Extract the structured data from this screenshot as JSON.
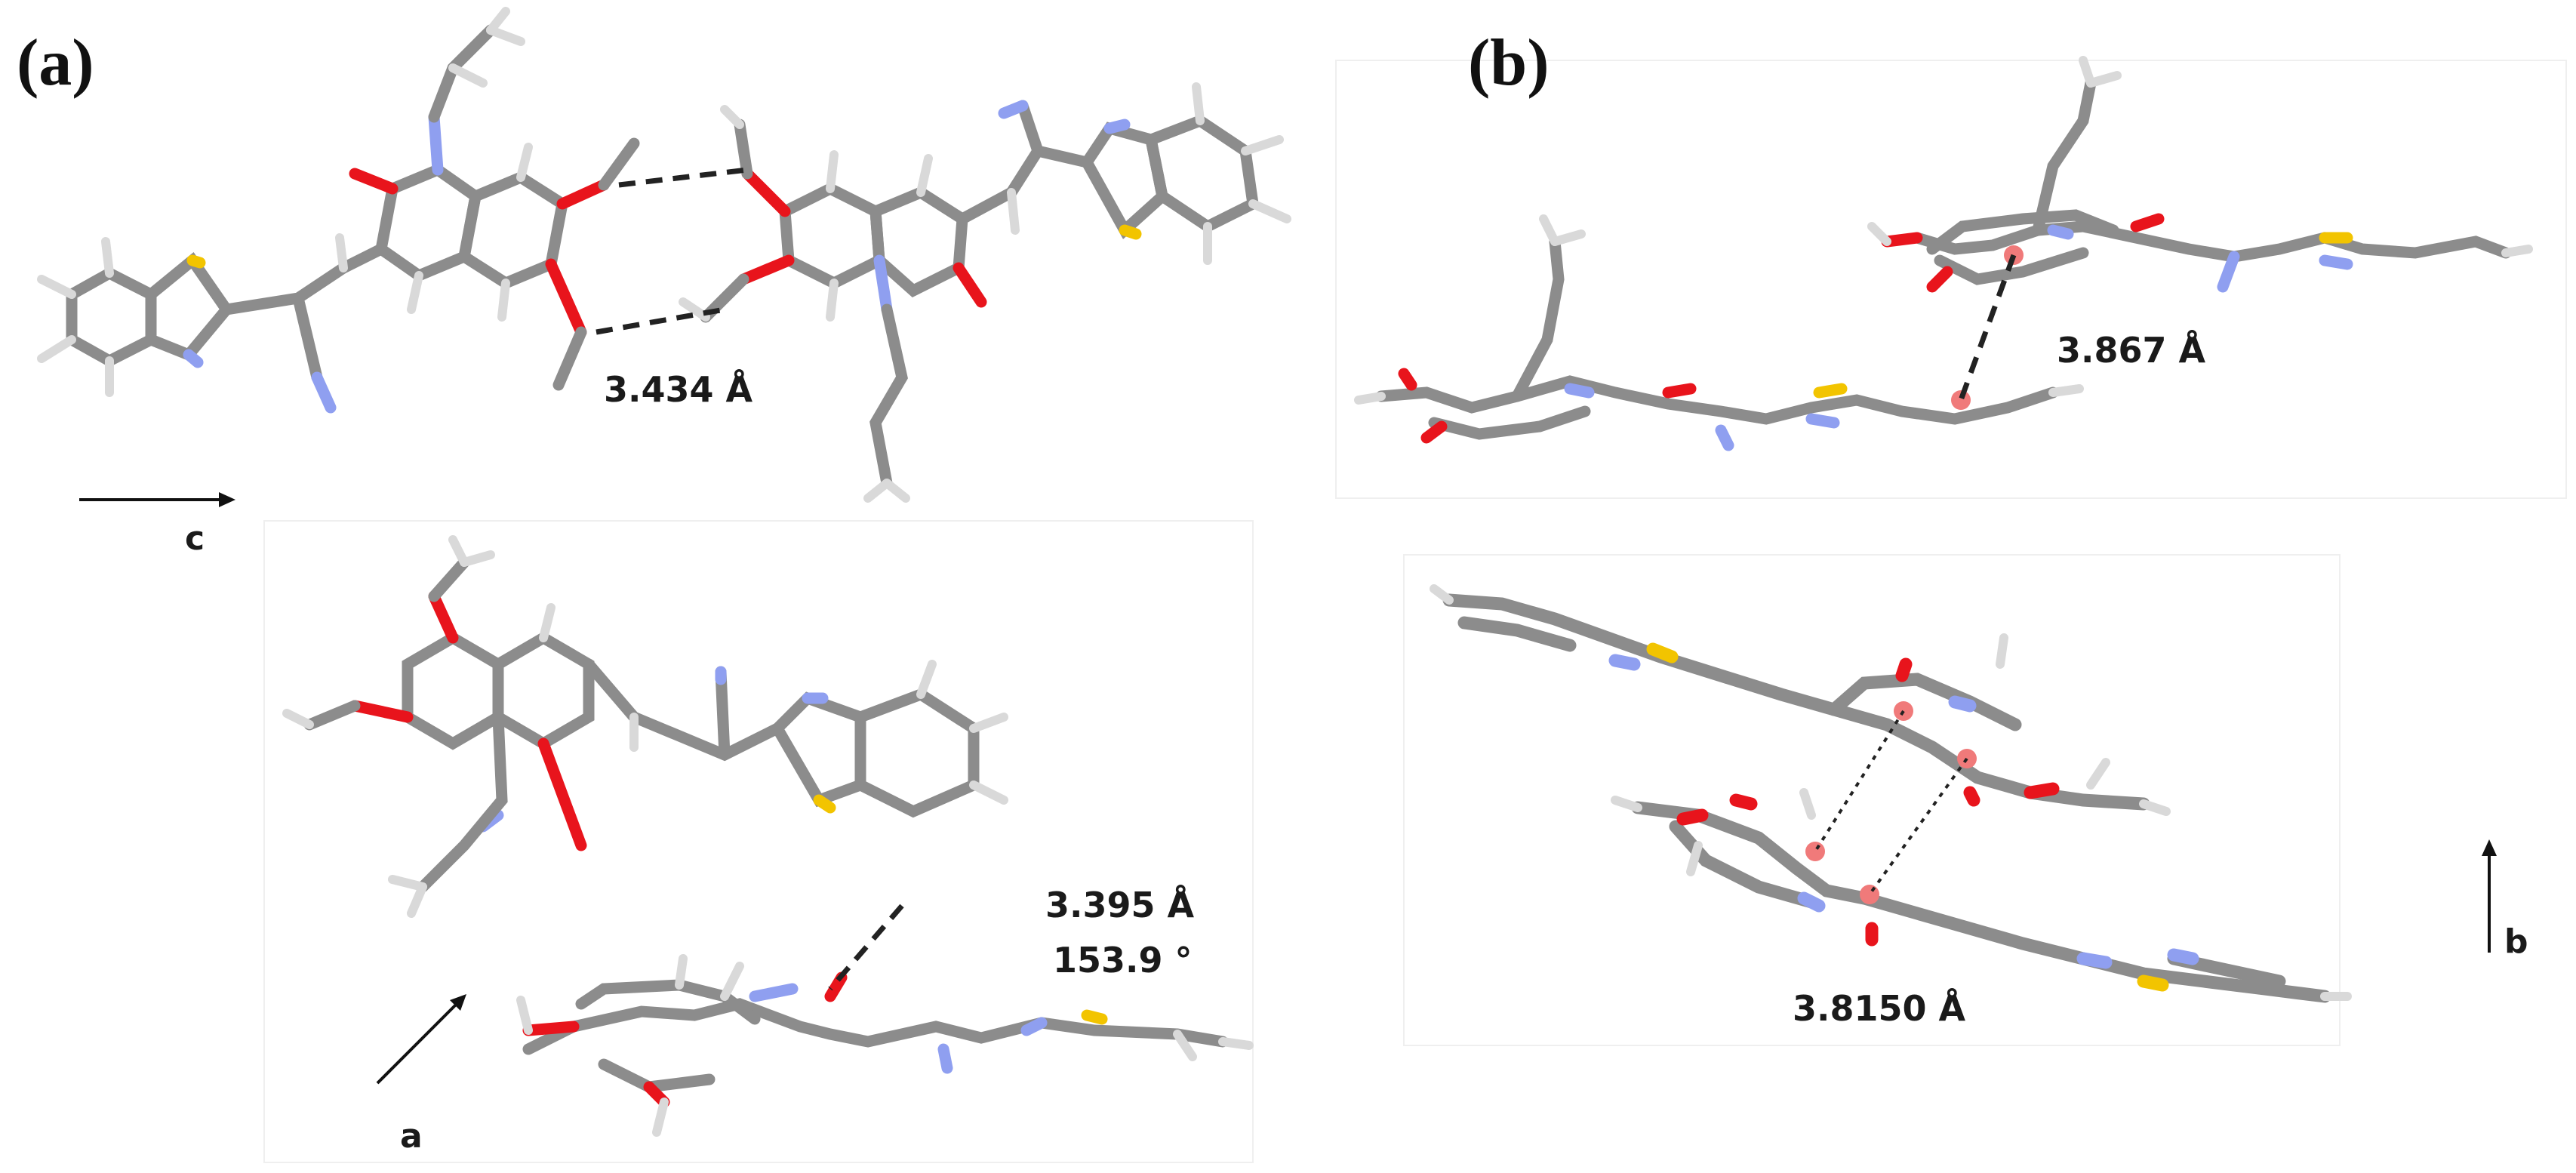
{
  "panels": {
    "a": {
      "label": "(a)",
      "hbond_distance": "3.434 Å",
      "ch_pi_distance": "3.395 Å",
      "ch_pi_angle": "153.9 °",
      "axis_c": "c",
      "axis_a": "a"
    },
    "b": {
      "label": "(b)",
      "pi_stack_distance_1": "3.867 Å",
      "pi_stack_distance_2": "3.8150 Å",
      "axis_b": "b"
    }
  },
  "atom_colors": {
    "carbon": "#8c8c8c",
    "oxygen": "#e8141c",
    "nitrogen": "#8f9ff0",
    "sulfur": "#f2c400",
    "hydrogen": "#d9d9d9",
    "centroid": "#f07a7a"
  }
}
